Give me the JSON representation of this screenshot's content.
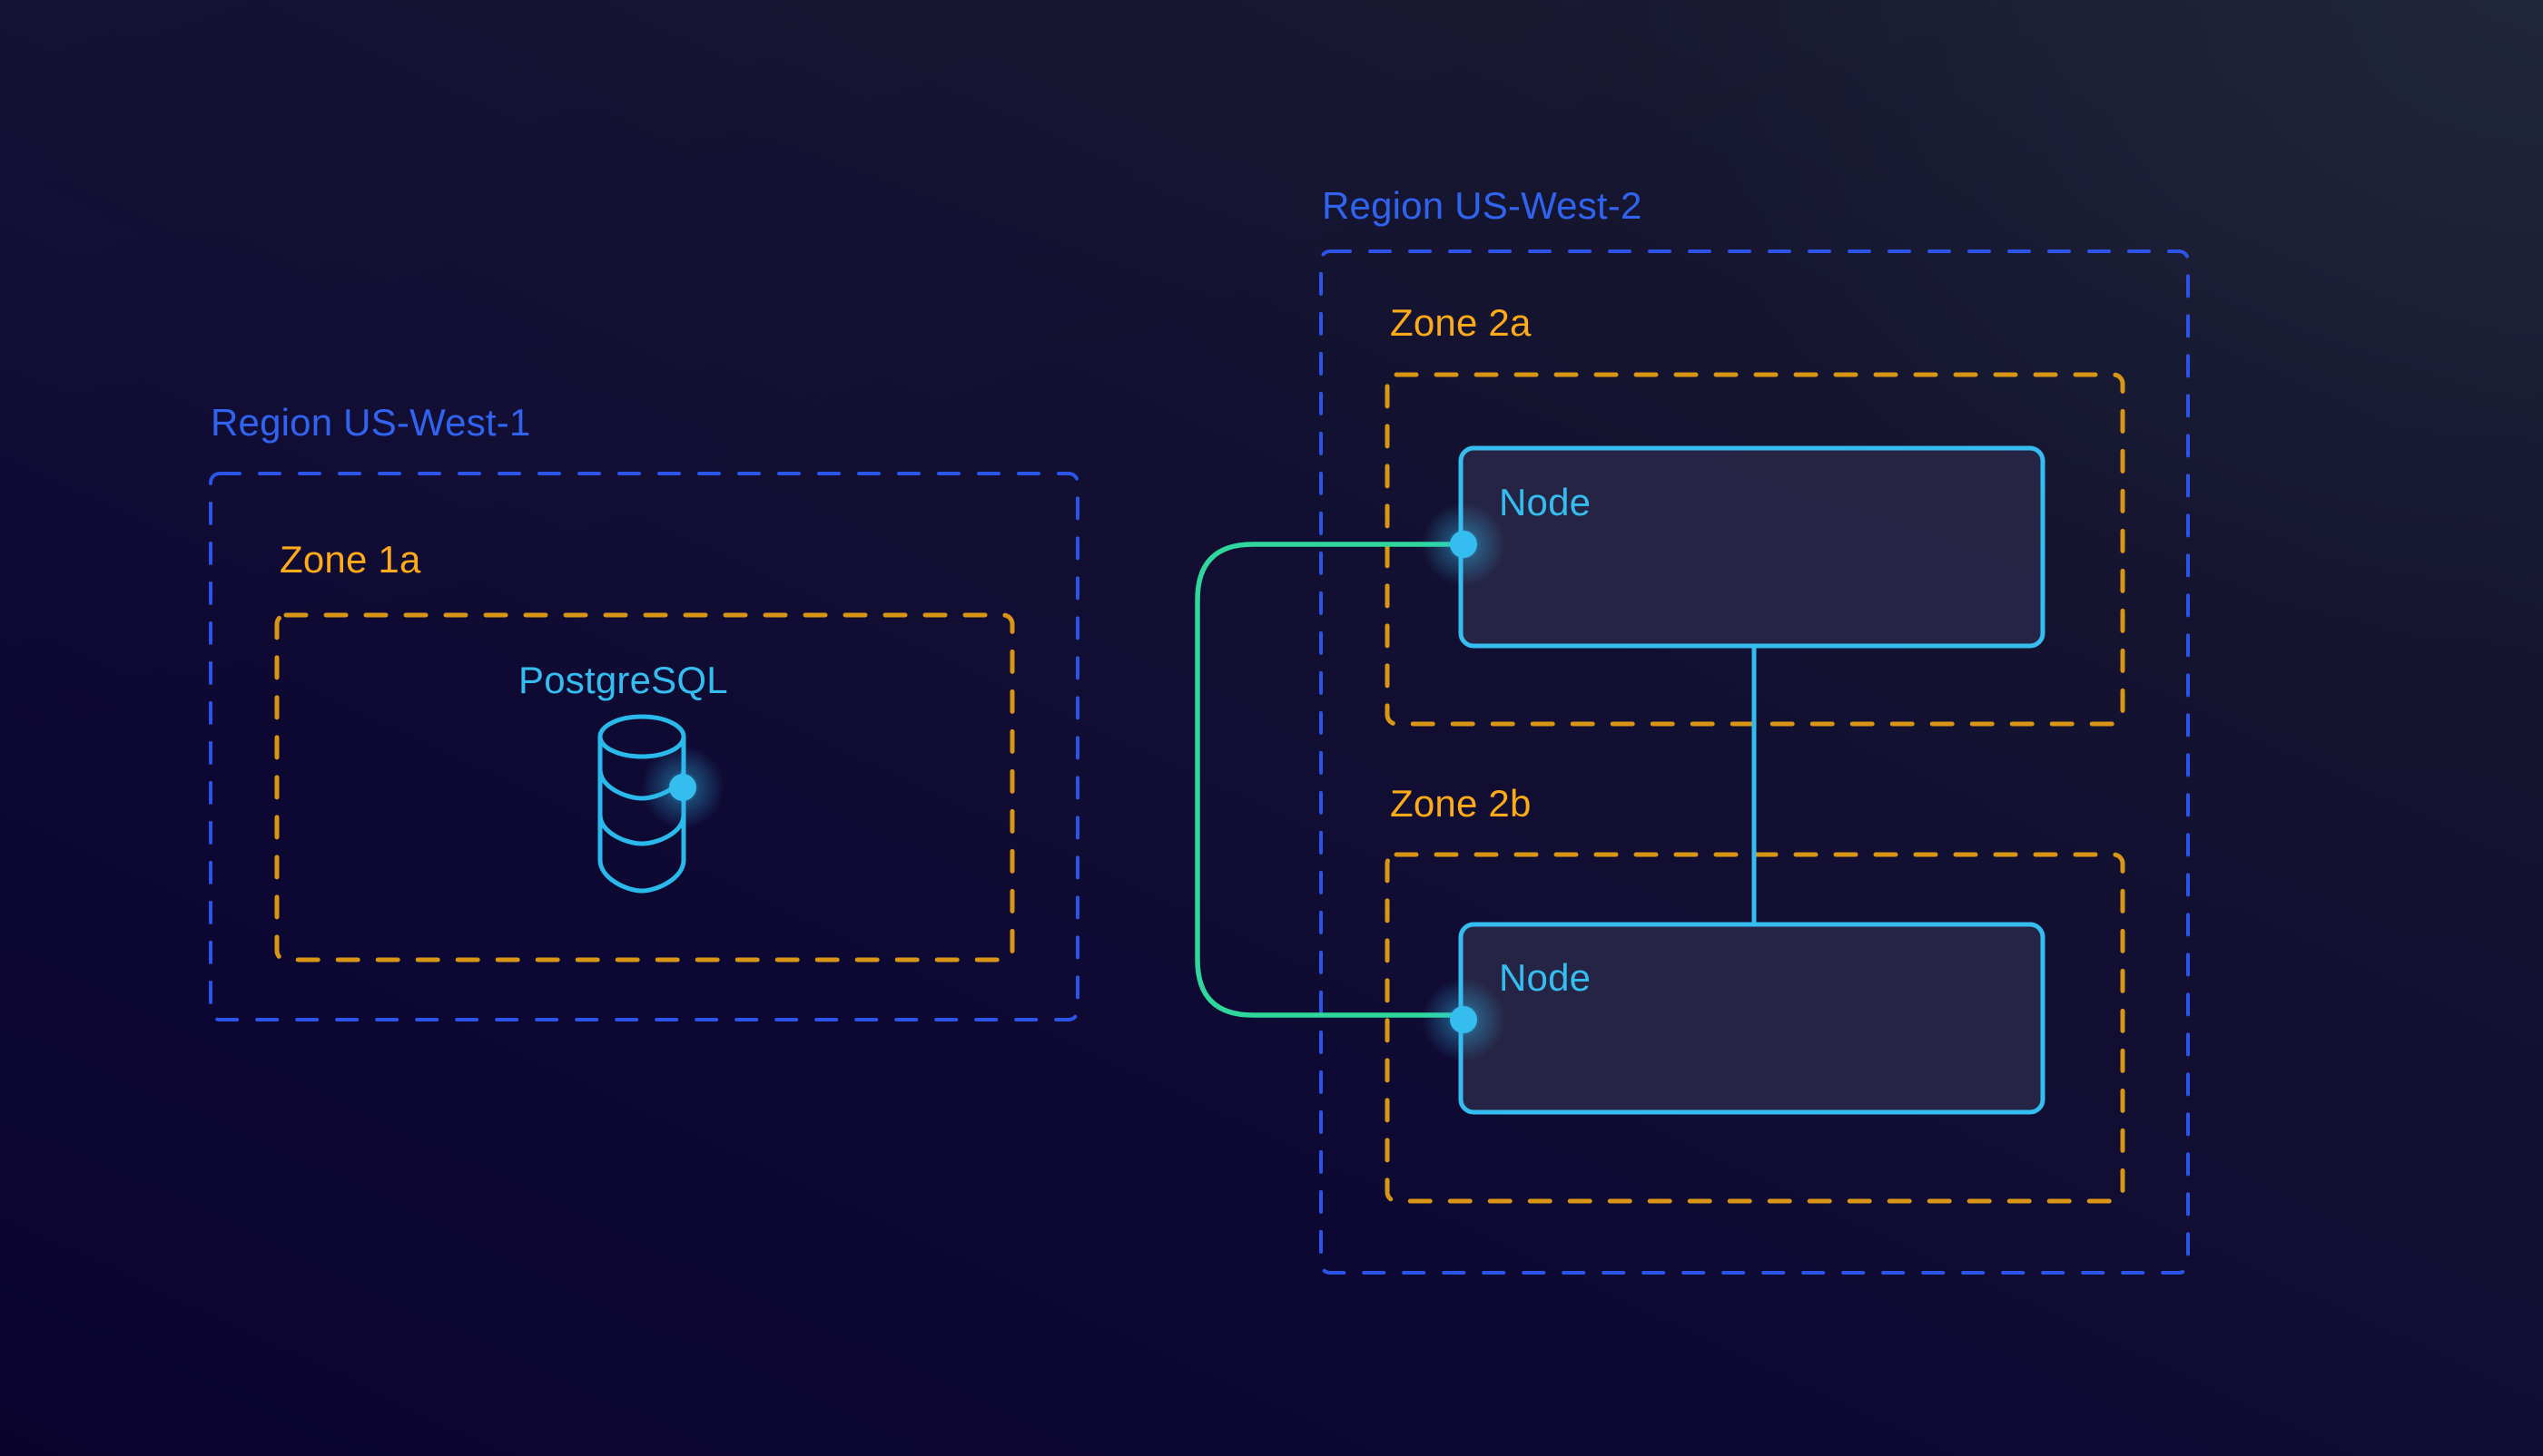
{
  "diagram": {
    "type": "architecture-topology",
    "title": "Multi-region database replication topology",
    "background": {
      "from": "#1a1e2e",
      "to": "#0a042d"
    },
    "colors": {
      "region_border": "#2b54e8",
      "region_label": "#2f63f0",
      "zone_border": "#d99614",
      "zone_label": "#ffaa17",
      "node_border": "#35bdf0",
      "node_fill": "#262444",
      "node_label": "#35bdf0",
      "db_stroke": "#29b9ea",
      "db_label": "#35bdf0",
      "link_green": "#2fd79c",
      "link_cyan": "#35bdf0",
      "dot": "#35bdf0"
    },
    "regions": [
      {
        "id": "us-west-1",
        "label": "Region US-West-1",
        "zones": [
          {
            "id": "zone-1a",
            "label": "Zone 1a",
            "components": [
              {
                "id": "postgresql",
                "label": "PostgreSQL",
                "kind": "database-cylinder"
              }
            ]
          }
        ]
      },
      {
        "id": "us-west-2",
        "label": "Region US-West-2",
        "zones": [
          {
            "id": "zone-2a",
            "label": "Zone 2a",
            "components": [
              {
                "id": "node-2a",
                "label": "Node",
                "kind": "node-box"
              }
            ]
          },
          {
            "id": "zone-2b",
            "label": "Zone 2b",
            "components": [
              {
                "id": "node-2b",
                "label": "Node",
                "kind": "node-box"
              }
            ]
          }
        ]
      }
    ],
    "connections": [
      {
        "from": "postgresql",
        "to": "node-2a",
        "style": "gradient-elbow"
      },
      {
        "from": "postgresql",
        "to": "node-2b",
        "style": "gradient-elbow"
      },
      {
        "from": "node-2a",
        "to": "node-2b",
        "style": "solid-vertical"
      }
    ]
  }
}
